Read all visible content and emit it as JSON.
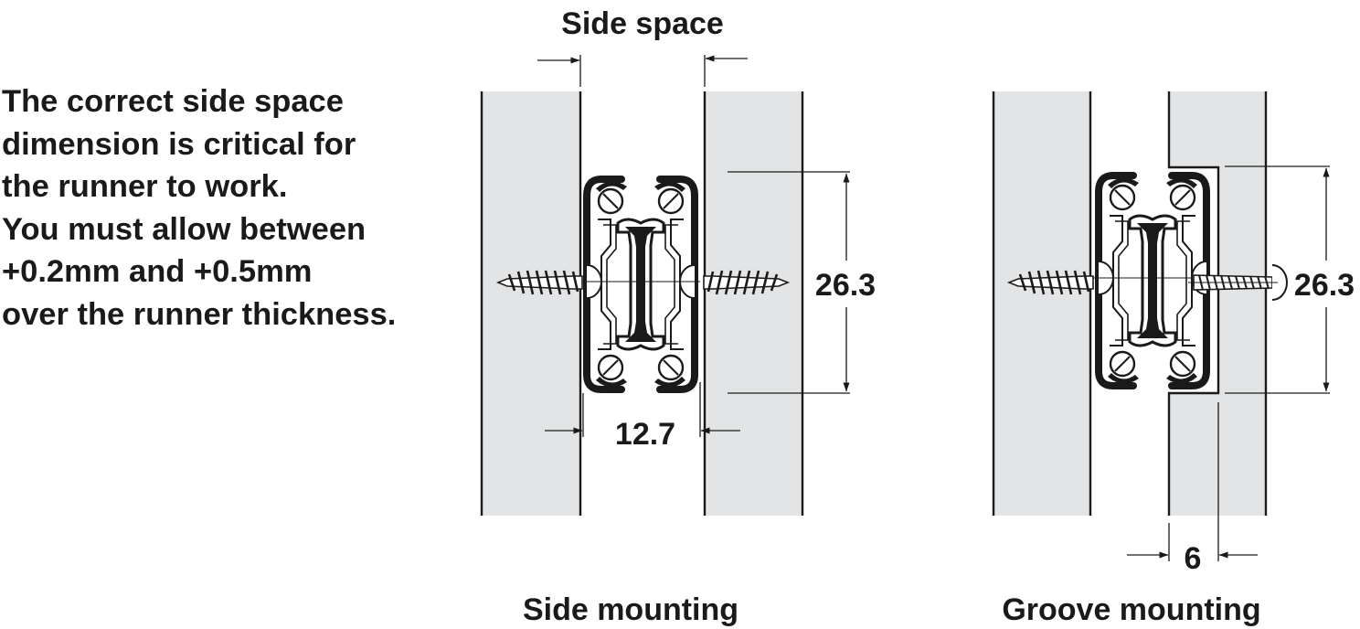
{
  "note_lines": [
    "The correct side space",
    "dimension is critical for",
    "the runner to work.",
    "You must allow between",
    "+0.2mm and +0.5mm",
    "over the runner thickness."
  ],
  "side_mounting": {
    "caption": "Side mounting",
    "side_space_label": "Side space",
    "height_dim": "26.3",
    "thickness_dim": "12.7"
  },
  "groove_mounting": {
    "caption": "Groove mounting",
    "height_dim": "26.3",
    "groove_dim": "6"
  },
  "colors": {
    "panel": "#e3e4e6",
    "ink": "#1a1a1a"
  }
}
